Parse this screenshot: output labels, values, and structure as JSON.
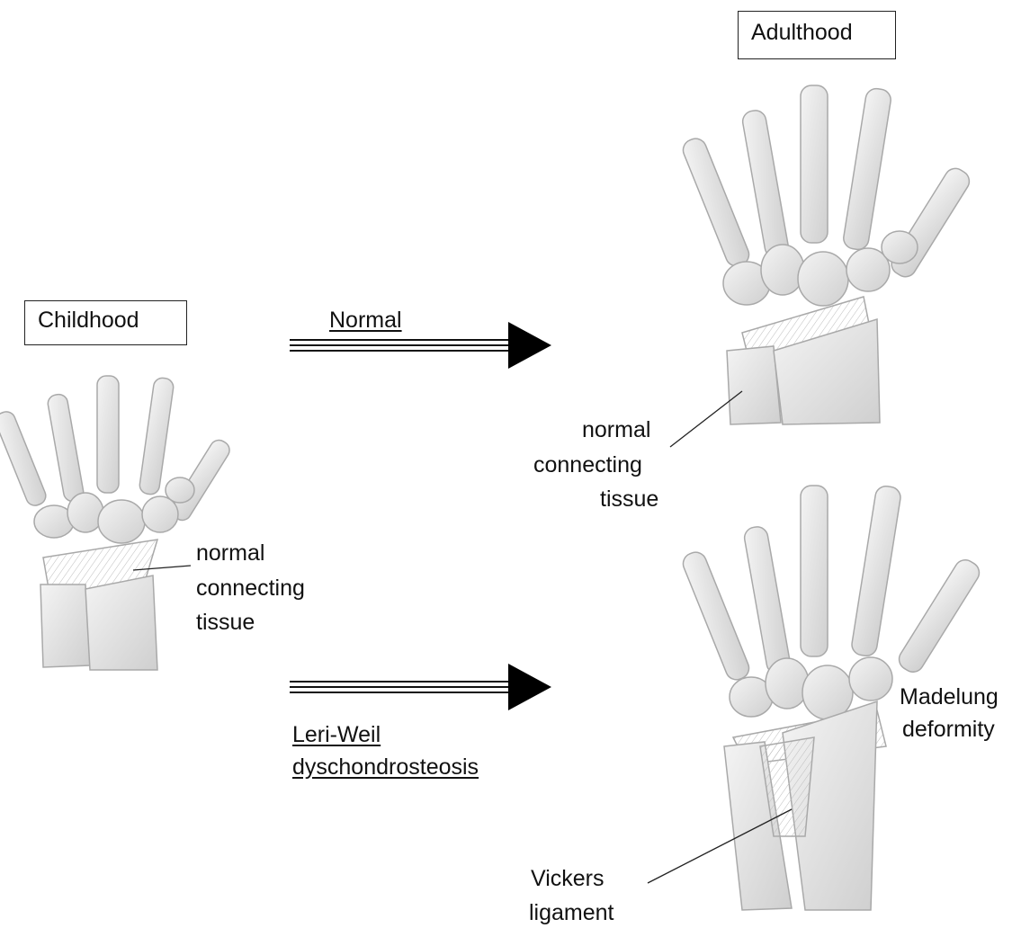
{
  "stages": {
    "childhood": "Childhood",
    "adulthood": "Adulthood"
  },
  "paths": {
    "normal": "Normal",
    "leri_weil": [
      "Leri-Weil",
      "dyschondrosteosis"
    ]
  },
  "labels": {
    "child_tissue": [
      "normal",
      "connecting",
      "tissue"
    ],
    "adult_tissue": [
      "normal",
      "connecting",
      "tissue"
    ],
    "madelung": [
      "Madelung",
      "deformity"
    ],
    "vickers": [
      "Vickers",
      "ligament"
    ]
  }
}
